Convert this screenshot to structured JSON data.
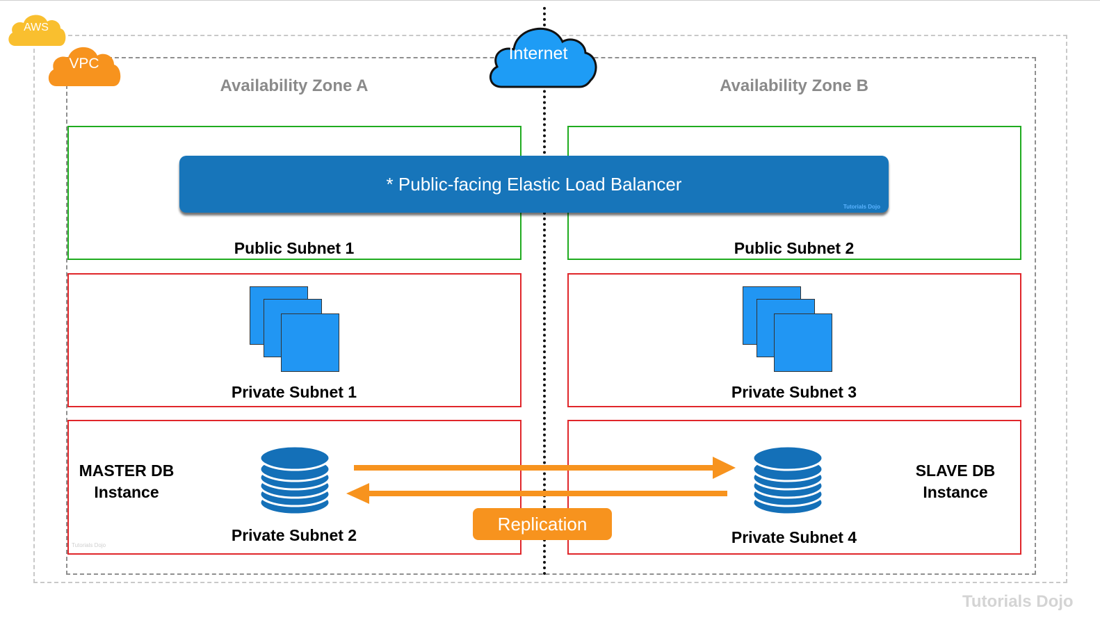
{
  "aws": {
    "label": "AWS"
  },
  "vpc": {
    "label": "VPC"
  },
  "internet": {
    "label": "Internet"
  },
  "zones": {
    "a": "Availability Zone A",
    "b": "Availability Zone B"
  },
  "elb": {
    "label": "* Public-facing Elastic Load Balancer",
    "watermark": "Tutorials Dojo"
  },
  "subnets": {
    "public1": "Public Subnet 1",
    "public2": "Public Subnet 2",
    "private1": "Private Subnet 1",
    "private3": "Private Subnet 3",
    "private2": "Private Subnet 2",
    "private4": "Private Subnet 4"
  },
  "db": {
    "master_line1": "MASTER DB",
    "master_line2": "Instance",
    "slave_line1": "SLAVE DB",
    "slave_line2": "Instance"
  },
  "replication": {
    "label": "Replication"
  },
  "watermarks": {
    "subnet": "Tutorials Dojo",
    "footer": "Tutorials Dojo"
  },
  "colors": {
    "aws_cloud": "#f9bf2f",
    "vpc_cloud": "#f7931e",
    "internet_cloud": "#1e9cf5",
    "elb": "#1775ba",
    "public_border": "#1fab1f",
    "private_border": "#e0262a",
    "instance": "#2196f3",
    "database": "#1470b8",
    "replication": "#f7931e"
  }
}
